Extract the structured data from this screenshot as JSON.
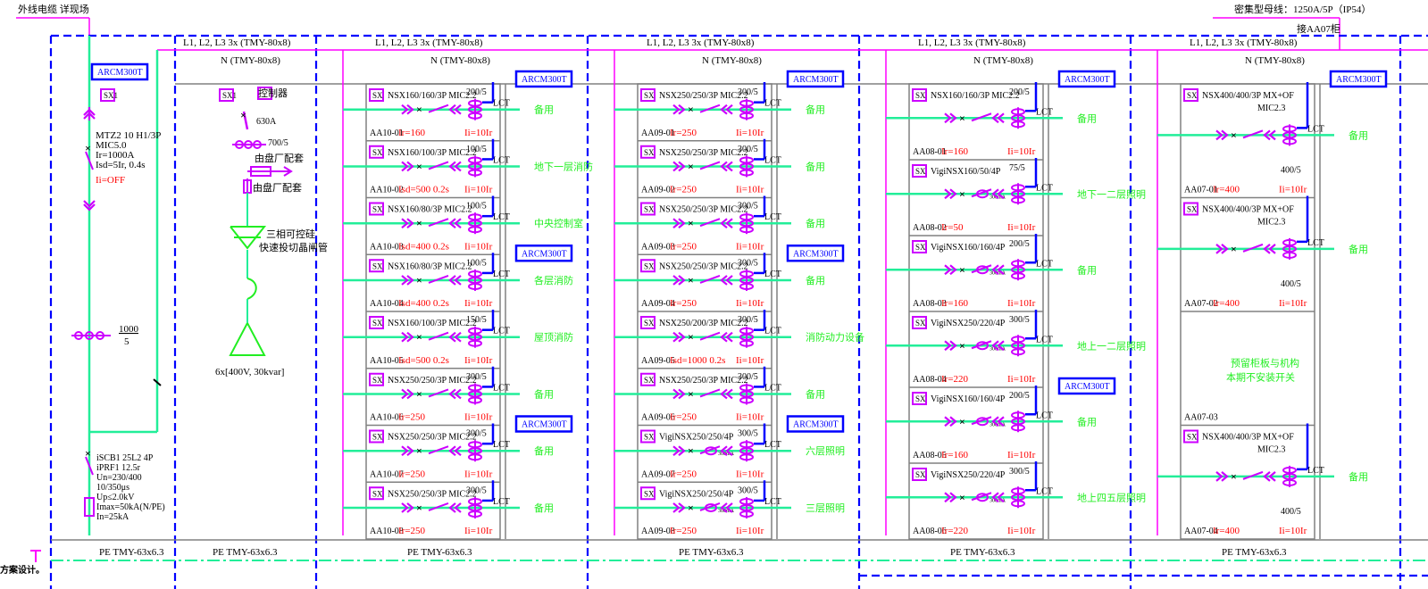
{
  "header": {
    "cable_note": "外线电缆 详现场",
    "busway_note": "密集型母线：1250A/5P（IP54）",
    "connect_note": "接AA07柜",
    "bottom_fragment": "方案设计。"
  },
  "labels": {
    "bus_lines": "L1, L2, L3 3x (TMY-80x8)",
    "bus_n": "N  (TMY-80x8)",
    "pe_bus": "PE  TMY-63x6.3",
    "meter": "ARCM300T",
    "sx": "SX",
    "lct": "LCT"
  },
  "incomer": {
    "sx": "SX1",
    "breaker": [
      "MTZ2 10 H1/3P",
      "MIC5.0",
      "Ir=1000A",
      "Isd=5Ir, 0.4s"
    ],
    "ii": "Ii=OFF",
    "ct_num": "1000",
    "ct_den": "5",
    "spd": [
      "iSCB1 25L2 4P",
      "iPRF1 12.5r",
      "Un=230/400",
      "10/350μs",
      "Up≤2.0kV",
      "Imax=50kA(N/PE)",
      "In=25kA"
    ]
  },
  "capacitor": {
    "sx": "SX1",
    "controller": "控制器",
    "fuse": "630A",
    "ct": "700/5",
    "note1": "由盘厂配套",
    "note2": "由盘厂配套",
    "scr1": "三相可控硅",
    "scr2": "快速投切晶闸管",
    "bank": "6x[400V, 30kvar]"
  },
  "panels": [
    {
      "feeders": [
        {
          "id": "AA10-01",
          "breaker": "NSX160/160/3P MIC2.2",
          "ct": "200/5",
          "setting": "Ir=160",
          "ii": "Ii=10Ir",
          "load": "备用"
        },
        {
          "id": "AA10-02",
          "breaker": "NSX160/100/3P MIC2.2",
          "ct": "100/5",
          "setting": "Isd=500 0.2s",
          "ii": "Ii=10Ir",
          "load": "地下一层消防"
        },
        {
          "id": "AA10-03",
          "breaker": "NSX160/80/3P MIC2.2",
          "ct": "100/5",
          "setting": "Isd=400 0.2s",
          "ii": "Ii=10Ir",
          "load": "中央控制室"
        },
        {
          "id": "AA10-04",
          "breaker": "NSX160/80/3P MIC2.2",
          "ct": "100/5",
          "setting": "Isd=400 0.2s",
          "ii": "Ii=10Ir",
          "load": "各层消防"
        },
        {
          "id": "AA10-05",
          "breaker": "NSX160/100/3P MIC2.2",
          "ct": "150/5",
          "setting": "Isd=500 0.2s",
          "ii": "Ii=10Ir",
          "load": "屋顶消防"
        },
        {
          "id": "AA10-06",
          "breaker": "NSX250/250/3P MIC2.2",
          "ct": "300/5",
          "setting": "Ir=250",
          "ii": "Ii=10Ir",
          "load": "备用"
        },
        {
          "id": "AA10-07",
          "breaker": "NSX250/250/3P MIC2.2",
          "ct": "300/5",
          "setting": "Ir=250",
          "ii": "Ii=10Ir",
          "load": "备用"
        },
        {
          "id": "AA10-08",
          "breaker": "NSX250/250/3P MIC2.2",
          "ct": "300/5",
          "setting": "Ir=250",
          "ii": "Ii=10Ir",
          "load": "备用"
        }
      ]
    },
    {
      "feeders": [
        {
          "id": "AA09-01",
          "breaker": "NSX250/250/3P MIC2.2",
          "ct": "300/5",
          "setting": "Ir=250",
          "ii": "Ii=10Ir",
          "load": "备用"
        },
        {
          "id": "AA09-02",
          "breaker": "NSX250/250/3P MIC2.2",
          "ct": "300/5",
          "setting": "Ir=250",
          "ii": "Ii=10Ir",
          "load": "备用"
        },
        {
          "id": "AA09-03",
          "breaker": "NSX250/250/3P MIC2.2",
          "ct": "300/5",
          "setting": "Ir=250",
          "ii": "Ii=10Ir",
          "load": "备用"
        },
        {
          "id": "AA09-04",
          "breaker": "NSX250/250/3P MIC2.2",
          "ct": "300/5",
          "setting": "Ir=250",
          "ii": "Ii=10Ir",
          "load": "备用"
        },
        {
          "id": "AA09-05",
          "breaker": "NSX250/200/3P MIC2.2",
          "ct": "300/5",
          "setting": "Isd=1000 0.2s",
          "ii": "Ii=10Ir",
          "load": "消防动力设备"
        },
        {
          "id": "AA09-06",
          "breaker": "NSX250/250/3P MIC2.2",
          "ct": "300/5",
          "setting": "Ir=250",
          "ii": "Ii=10Ir",
          "load": "备用"
        },
        {
          "id": "AA09-07",
          "breaker": "VigiNSX250/250/4P",
          "ct": "300/5",
          "setting": "Ir=250",
          "ii": "Ii=10Ir",
          "load": "六层照明"
        },
        {
          "id": "AA09-08",
          "breaker": "VigiNSX250/250/4P",
          "ct": "300/5",
          "setting": "Ir=250",
          "ii": "Ii=10Ir",
          "load": "三层照明"
        }
      ]
    },
    {
      "feeders": [
        {
          "id": "AA08-01",
          "breaker": "NSX160/160/3P MIC2.2",
          "ct": "200/5",
          "setting": "Ir=160",
          "ii": "Ii=10Ir",
          "load": "备用"
        },
        {
          "id": "AA08-02",
          "breaker": "VigiNSX160/50/4P",
          "ct": "75/5",
          "setting": "Ir=50",
          "ii": "Ii=10Ir",
          "load": "地下一二层照明"
        },
        {
          "id": "AA08-03",
          "breaker": "VigiNSX160/160/4P",
          "ct": "200/5",
          "setting": "Ir=160",
          "ii": "Ii=10Ir",
          "load": "备用"
        },
        {
          "id": "AA08-04",
          "breaker": "VigiNSX250/220/4P",
          "ct": "300/5",
          "setting": "Ir=220",
          "ii": "Ii=10Ir",
          "load": "地上一二层照明"
        },
        {
          "id": "AA08-05",
          "breaker": "VigiNSX160/160/4P",
          "ct": "200/5",
          "setting": "Ir=160",
          "ii": "Ii=10Ir",
          "load": "备用"
        },
        {
          "id": "AA08-06",
          "breaker": "VigiNSX250/220/4P",
          "ct": "300/5",
          "setting": "Ir=220",
          "ii": "Ii=10Ir",
          "load": "地上四五层照明"
        }
      ]
    },
    {
      "feeders": [
        {
          "id": "AA07-01",
          "breaker": "NSX400/400/3P MX+OF",
          "mic": "MIC2.3",
          "ct": "400/5",
          "setting": "Ir=400",
          "ii": "Ii=10Ir",
          "load": "备用"
        },
        {
          "id": "AA07-02",
          "breaker": "NSX400/400/3P MX+OF",
          "mic": "MIC2.3",
          "ct": "400/5",
          "setting": "Ir=400",
          "ii": "Ii=10Ir",
          "load": "备用"
        },
        {
          "id": "AA07-03",
          "reserved1": "预留柜板与机构",
          "reserved2": "本期不安装开关"
        },
        {
          "id": "AA07-04",
          "breaker": "NSX400/400/3P MX+OF",
          "mic": "MIC2.3",
          "ct": "400/5",
          "setting": "Ir=400",
          "ii": "Ii=10Ir",
          "load": "备用"
        }
      ]
    }
  ],
  "colors": {
    "bus_lines": "#ff00ff",
    "feeder": "#22ee99",
    "panel_border": "#0000ff",
    "device": "#cc00ff",
    "setting": "#ff0000",
    "load": "#22ee22",
    "grid": "#808080"
  }
}
